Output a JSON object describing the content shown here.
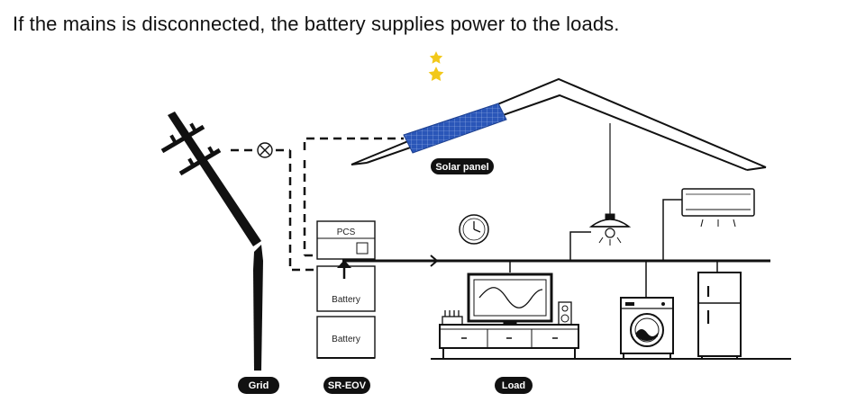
{
  "caption": "If the mains is disconnected, the battery supplies power to the loads.",
  "labels": {
    "solar_panel": "Solar panel",
    "grid": "Grid",
    "system": "SR-EOV",
    "load": "Load",
    "pcs": "PCS",
    "battery_top": "Battery",
    "battery_bottom": "Battery"
  },
  "icons": [
    "moon-icon",
    "star-icon",
    "solar-panel-icon",
    "utility-pole-icon",
    "breaker-icon",
    "clock-icon",
    "ceiling-lamp-icon",
    "air-conditioner-icon",
    "tv-icon",
    "speaker-icon",
    "router-icon",
    "tv-cabinet-icon",
    "washing-machine-icon",
    "refrigerator-icon"
  ],
  "colors": {
    "moon": "#f2c81a",
    "solar_panel": "#2a56b8",
    "line": "#111111",
    "pill": "#111111"
  }
}
